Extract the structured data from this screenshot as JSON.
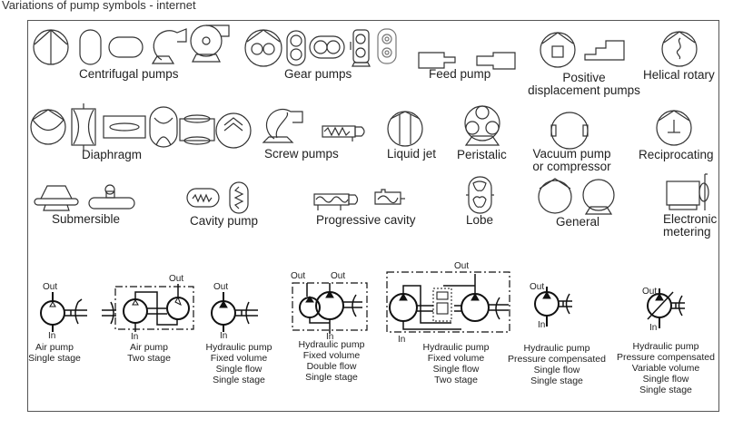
{
  "title": "Variations of pump symbols - internet",
  "groups": {
    "centrifugal": "Centrifugal pumps",
    "gear": "Gear pumps",
    "feed": "Feed pump",
    "positive_1": "Positive",
    "positive_2": "displacement pumps",
    "helical": "Helical rotary",
    "diaphragm": "Diaphragm",
    "screw": "Screw pumps",
    "liquid_jet": "Liquid jet",
    "peristalic": "Peristalic",
    "vacuum_1": "Vacuum pump",
    "vacuum_2": "or compressor",
    "reciprocating": "Reciprocating",
    "submersible": "Submersible",
    "cavity": "Cavity pump",
    "progressive": "Progressive cavity",
    "lobe": "Lobe",
    "general": "General",
    "electronic_1": "Electronic",
    "electronic_2": "metering"
  },
  "port_labels": {
    "out": "Out",
    "in": "In"
  },
  "hydraulic": [
    {
      "lines": [
        "Air pump",
        "Single stage"
      ]
    },
    {
      "lines": [
        "Air pump",
        "Two stage"
      ]
    },
    {
      "lines": [
        "Hydraulic pump",
        "Fixed volume",
        "Single flow",
        "Single stage"
      ]
    },
    {
      "lines": [
        "Hydraulic pump",
        "Fixed volume",
        "Double flow",
        "Single stage"
      ]
    },
    {
      "lines": [
        "Hydraulic pump",
        "Fixed volume",
        "Single flow",
        "Two stage"
      ]
    },
    {
      "lines": [
        "Hydraulic pump",
        "Pressure compensated",
        "Single flow",
        "Single stage"
      ]
    },
    {
      "lines": [
        "Hydraulic pump",
        "Pressure compensated",
        "Variable volume",
        "Single flow",
        "Single stage"
      ]
    }
  ]
}
